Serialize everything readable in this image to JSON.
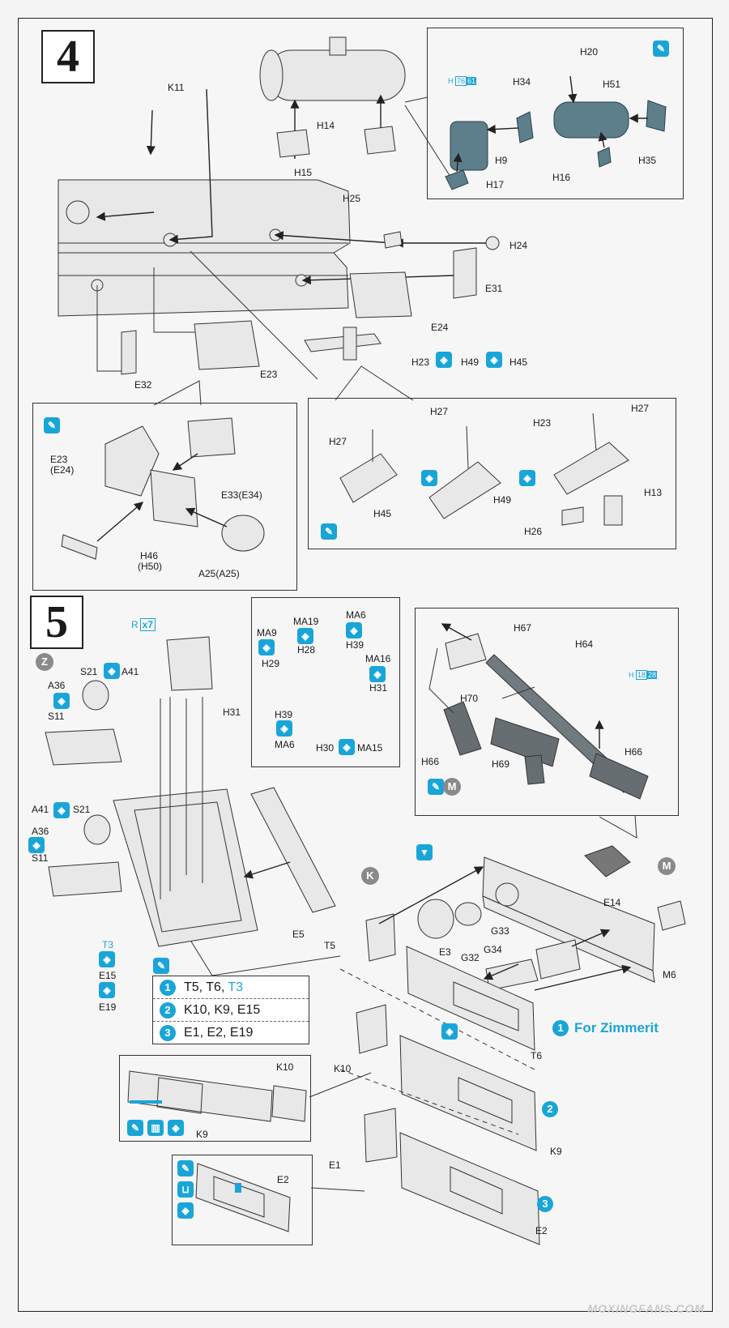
{
  "steps": {
    "step4": "4",
    "step5": "5"
  },
  "labels": {
    "k11": "K11",
    "h20": "H20",
    "h34": "H34",
    "h51": "H51",
    "h76": "H",
    "h76b": "76",
    "h76c": "61",
    "h9": "H9",
    "h35": "H35",
    "h16": "H16",
    "h17": "H17",
    "h14": "H14",
    "h15": "H15",
    "h25": "H25",
    "h24": "H24",
    "e31": "E31",
    "e24": "E24",
    "h23": "H23",
    "h49": "H49",
    "h45": "H45",
    "e32": "E32",
    "e23": "E23",
    "e23b": "E23",
    "e24b": "(E24)",
    "e33": "E33(E34)",
    "h46": "H46",
    "h50": "(H50)",
    "a25": "A25(A25)",
    "h27a": "H27",
    "h27b": "H27",
    "h27c": "H27",
    "h23b": "H23",
    "h45b": "H45",
    "h49b": "H49",
    "h13": "H13",
    "h26": "H26",
    "r7": "R",
    "x7": "x7",
    "z": "Z",
    "s21a": "S21",
    "a41a": "A41",
    "a36a": "A36",
    "s11a": "S11",
    "a41b": "A41",
    "s21b": "S21",
    "a36b": "A36",
    "s11b": "S11",
    "h31a": "H31",
    "t3": "T3",
    "e15": "E15",
    "e19": "E19",
    "e5": "E5",
    "ma9": "MA9",
    "h29": "H29",
    "ma19": "MA19",
    "h28": "H28",
    "ma6a": "MA6",
    "h39a": "H39",
    "ma16": "MA16",
    "h31b": "H31",
    "h39b": "H39",
    "ma6b": "MA6",
    "h30": "H30",
    "ma15": "MA15",
    "h67": "H67",
    "h64": "H64",
    "h18": "H",
    "h18b": "18",
    "h18c": "28",
    "h70": "H70",
    "h66a": "H66",
    "h69": "H69",
    "h66b": "H66",
    "m": "M",
    "k": "K",
    "m2": "M",
    "e14": "E14",
    "t5": "T5",
    "g32": "G32",
    "g33": "G33",
    "e3": "E3",
    "g34": "G34",
    "m6": "M6",
    "t6": "T6",
    "k10a": "K10",
    "k10b": "K10",
    "k9a": "K9",
    "k9b": "K9",
    "e1": "E1",
    "e2a": "E2",
    "e2b": "E2"
  },
  "table": [
    {
      "num": "1",
      "a": "T5, T6, ",
      "b": "T3"
    },
    {
      "num": "2",
      "a": "K10, K9, E15",
      "b": ""
    },
    {
      "num": "3",
      "a": "E1, E2, E19",
      "b": ""
    }
  ],
  "callouts": {
    "zimmerit_num": "1",
    "zimmerit_text": "For Zimmerit",
    "two": "2",
    "three": "3"
  },
  "watermark": "MOXINGFANS.COM",
  "colors": {
    "accent": "#1aa5d8",
    "part_blue": "#5d7f8c"
  }
}
